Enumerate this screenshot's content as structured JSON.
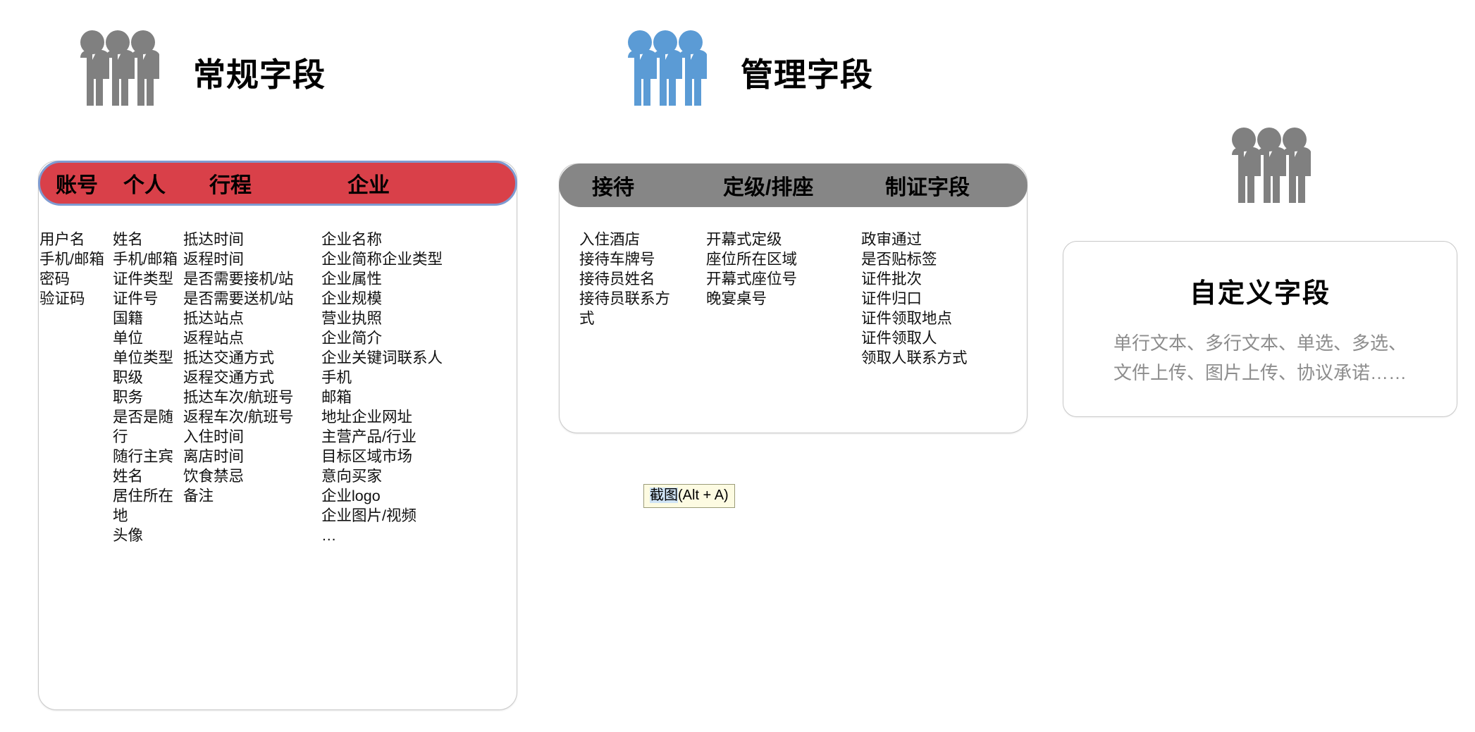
{
  "panels": [
    {
      "id": "regular",
      "title": "常规字段",
      "icon": "people-group-icon",
      "icon_color": "#808080",
      "pill_color": "#d94049",
      "pill_border": "#7f9bd1",
      "columns": [
        {
          "header": "账号",
          "items": [
            "用户名",
            "手机/邮箱",
            "密码",
            "验证码"
          ]
        },
        {
          "header": "个人",
          "items": [
            "姓名",
            "手机/邮箱",
            "证件类型",
            "证件号",
            "国籍",
            "单位",
            "单位类型",
            "职级",
            "职务",
            "是否是随行",
            "随行主宾姓名",
            "居住所在地",
            "头像"
          ]
        },
        {
          "header": "行程",
          "items": [
            "抵达时间",
            "返程时间",
            "是否需要接机/站",
            "是否需要送机/站",
            "抵达站点",
            "返程站点",
            "抵达交通方式",
            "返程交通方式",
            "抵达车次/航班号",
            "返程车次/航班号",
            "入住时间",
            "离店时间",
            "饮食禁忌",
            "备注"
          ]
        },
        {
          "header": "企业",
          "items": [
            "企业名称",
            "企业简称企业类型",
            "企业属性",
            "企业规模",
            "营业执照",
            "企业简介",
            "企业关键词联系人",
            "手机",
            "邮箱",
            "地址企业网址",
            "主营产品/行业",
            "目标区域市场",
            "意向买家",
            "企业logo",
            "企业图片/视频",
            "…"
          ]
        }
      ]
    },
    {
      "id": "management",
      "title": "管理字段",
      "icon": "people-group-icon",
      "icon_color": "#5b9bd5",
      "pill_color": "#868686",
      "pill_border": "#8c8c8c",
      "columns": [
        {
          "header": "接待",
          "items": [
            "入住酒店",
            "接待车牌号",
            "接待员姓名",
            "接待员联系方式"
          ]
        },
        {
          "header": "定级/排座",
          "items": [
            "开幕式定级",
            "座位所在区域",
            "开幕式座位号",
            "晚宴桌号"
          ]
        },
        {
          "header": "制证字段",
          "items": [
            "政审通过",
            "是否贴标签",
            "证件批次",
            "证件归口",
            "证件领取地点",
            "证件领取人",
            "领取人联系方式"
          ]
        }
      ]
    }
  ],
  "custom": {
    "icon": "people-group-icon",
    "icon_color": "#808080",
    "title": "自定义字段",
    "description_line1": "单行文本、多行文本、单选、多选、",
    "description_line2": "文件上传、图片上传、协议承诺……"
  },
  "tooltip": {
    "selected_text": "截图",
    "rest_text": "(Alt + A)"
  }
}
